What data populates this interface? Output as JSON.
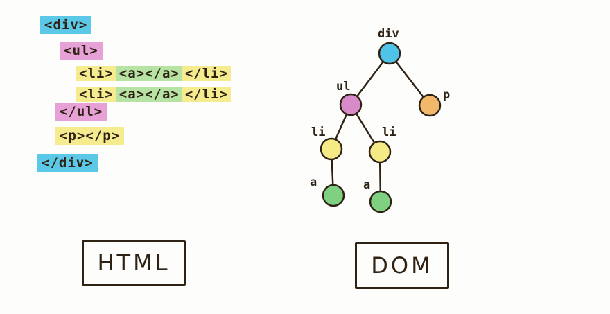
{
  "html_code": {
    "line1": "<div>",
    "line2": "<ul>",
    "line3_li_open": "<li>",
    "line3_a": "<a></a>",
    "line3_li_close": "</li>",
    "line4_li_open": "<li>",
    "line4_a": "<a></a>",
    "line4_li_close": "</li>",
    "line5": "</ul>",
    "line6": "<p></p>",
    "line7": "</div>"
  },
  "dom_tree": {
    "nodes": [
      {
        "id": "div",
        "label": "div",
        "color": "#4fc3e8"
      },
      {
        "id": "ul",
        "label": "ul",
        "color": "#d98ac8"
      },
      {
        "id": "p",
        "label": "p",
        "color": "#f2b96b"
      },
      {
        "id": "li1",
        "label": "li",
        "color": "#f6ea86"
      },
      {
        "id": "li2",
        "label": "li",
        "color": "#f6ea86"
      },
      {
        "id": "a1",
        "label": "a",
        "color": "#7fd081"
      },
      {
        "id": "a2",
        "label": "a",
        "color": "#7fd081"
      }
    ]
  },
  "captions": {
    "html": "HTML",
    "dom": "DOM"
  },
  "colors": {
    "div": "#5ac8e6",
    "ul": "#e7a1d6",
    "li": "#f6ec8f",
    "a": "#b6e2a3",
    "p": "#f2b96b",
    "ink": "#2e2215"
  }
}
